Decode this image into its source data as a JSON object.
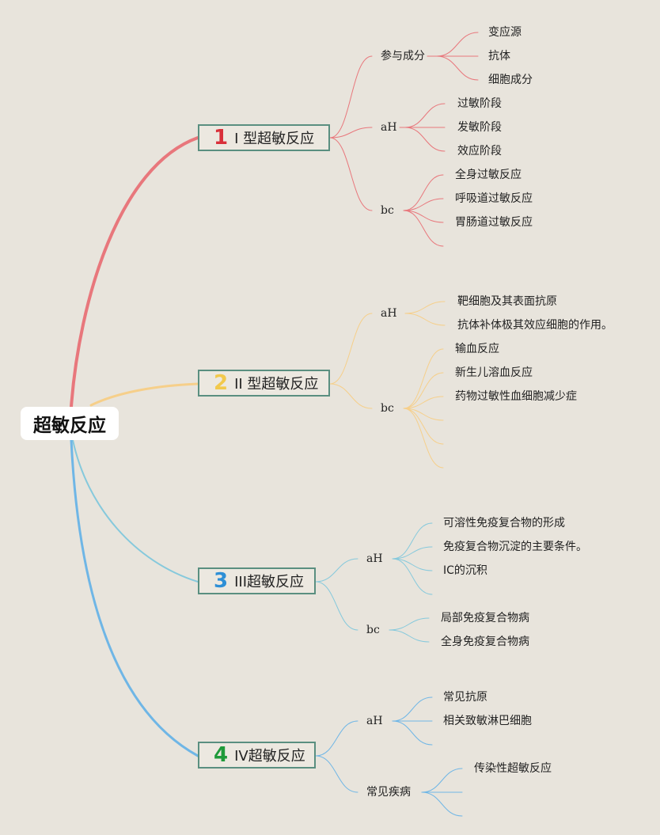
{
  "root": {
    "label": "超敏反应"
  },
  "types": [
    {
      "num": "1",
      "num_color": "#d9303a",
      "line_color": "#e8777c",
      "label": "Ⅰ 型超敏反应",
      "groups": [
        {
          "label": "参与成分",
          "items": [
            "变应源",
            "抗体",
            "细胞成分"
          ]
        },
        {
          "label": "aH",
          "items": [
            "过敏阶段",
            "发敏阶段",
            "效应阶段"
          ]
        },
        {
          "label": "bc",
          "items": [
            "全身过敏反应",
            "呼吸道过敏反应",
            "胃肠道过敏反应"
          ]
        }
      ]
    },
    {
      "num": "2",
      "num_color": "#f2c94c",
      "line_color": "#f6cf8a",
      "label": "II 型超敏反应",
      "groups": [
        {
          "label": "aH",
          "items": [
            "靶细胞及其表面抗原",
            "抗体补体极其效应细胞的作用。"
          ]
        },
        {
          "label": "bc",
          "items": [
            "输血反应",
            "新生儿溶血反应",
            "药物过敏性血细胞减少症"
          ]
        }
      ]
    },
    {
      "num": "3",
      "num_color": "#2e8fd6",
      "line_color": "#86c9dc",
      "label": "III超敏反应",
      "groups": [
        {
          "label": "aH",
          "items": [
            "可溶性免疫复合物的形成",
            "免疫复合物沉淀的主要条件。",
            "IC的沉积"
          ]
        },
        {
          "label": "bc",
          "items": [
            "局部免疫复合物病",
            "全身免疫复合物病"
          ]
        }
      ]
    },
    {
      "num": "4",
      "num_color": "#1f9a3a",
      "line_color": "#6fb6e6",
      "label": "IV超敏反应",
      "groups": [
        {
          "label": "aH",
          "items": [
            "常见抗原",
            "相关致敏淋巴细胞"
          ]
        },
        {
          "label": "常见疾病",
          "items": [
            "传染性超敏反应"
          ]
        }
      ]
    }
  ]
}
